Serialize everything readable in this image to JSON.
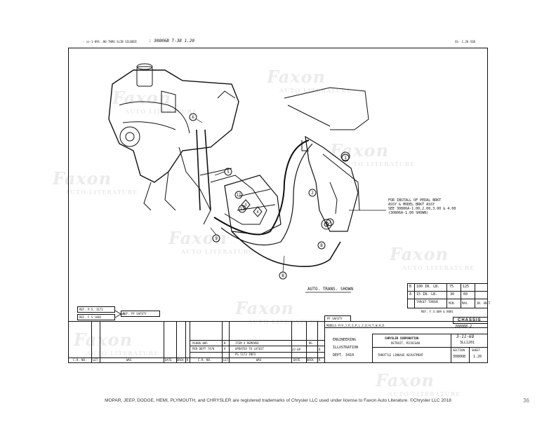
{
  "header": {
    "top_left_note": "- ss-1-891 .00 THRU SLIB SILBEDI",
    "top_left_handwritten": ": 30806B T-38 1.20",
    "top_right_note": "SS- 1.26 SSB"
  },
  "drawing": {
    "title_annotation": "AUTO. TRANS. SHOWN",
    "pedal_note": [
      "FOR INSTALL OF PEDAL BRKT",
      "ASSY & MODEL BRKT ASSY",
      "SEE 30806A-1.00,2.00,3.00 & 4.00",
      "(30806A-1.00 SHOWN)"
    ],
    "callouts": [
      "6",
      "5",
      "11",
      "12",
      "2",
      "1",
      "3",
      "9",
      "7",
      "B",
      "B"
    ],
    "ref_ps": "REF. P.S. 3173",
    "ref_fs": "REF. F S 1082",
    "ref_pf_safety": "REF. PF SAFETY",
    "pf_safety": "PF SAFETY",
    "ref_f": "REF. F.S.609 & 8081"
  },
  "spec_table": {
    "rows": [
      [
        "B",
        "100 IN. LB.",
        "75",
        "125"
      ],
      [
        "A",
        "15 IN. LB.",
        "30",
        "60"
      ],
      [
        "",
        "TARGET TORQUE",
        "MIN.",
        "MAX.",
        "UNIT"
      ]
    ],
    "unit": "IN. UNIT"
  },
  "chassis": {
    "label": "CHASSIS",
    "code": "30806B-2"
  },
  "title_block": {
    "models": "MODELS P/V,J,R,S,P,L,C,D,H,T,W,H,D.",
    "company": "CHRYSLER CORPORATION",
    "location": "DETROIT, MICHIGAN",
    "date": "3-11-69",
    "manual_no": "3LL1201",
    "dept_lines": [
      "ENGINEERING",
      "ILLUSTRATION",
      "DEPT. 3410"
    ],
    "description": "THROTTLE LINKAGE ADJUSTMENT",
    "section": "30806B",
    "sheet": "1.20",
    "section_label": "SECTION",
    "sheet_label": "SHEET"
  },
  "change_log": [
    {
      "no": "91806-005",
      "ltr": "B",
      "what": "ITEM 4 REMOVED",
      "date": "",
      "chk": "BG"
    },
    {
      "no": "PER DEPT 7470",
      "ltr": "A",
      "what": "UPDATED TO LATEST",
      "date": "",
      "chk": ""
    },
    {
      "no": "",
      "ltr": "",
      "what": "PS 5173 INFO",
      "date": "23-69",
      "chk": "D"
    }
  ],
  "revision_headers": [
    "C.R. NO.",
    "LET",
    "WAS",
    "DATE",
    "DRCK",
    "R",
    "C.R. NO.",
    "LET",
    "WAS",
    "DATE",
    "DRCK",
    "R"
  ],
  "watermark": {
    "brand": "Faxon",
    "sub": "AUTO LITERATURE"
  },
  "footer": {
    "text": "MOPAR, JEEP, DODGE, HEMI, PLYMOUTH, and CHRYSLER are registered trademarks of Chrysler LLC used under license to Faxon Auto Literature. ©Chrysler LLC 2018",
    "page_number": "36"
  }
}
